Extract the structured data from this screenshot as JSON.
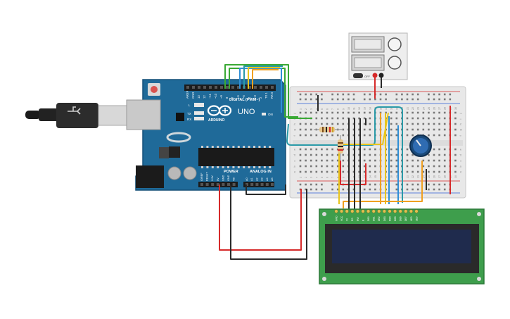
{
  "arduino": {
    "brand": "ARDUINO",
    "model": "UNO",
    "digital_header_label": "DIGITAL (PWM~)",
    "power_label": "POWER",
    "analog_label": "ANALOG IN",
    "on_label": "ON",
    "tx_label": "TX",
    "rx_label": "RX",
    "l_label": "L",
    "digital_pins": [
      "AREF",
      "GND",
      "13",
      "12",
      "~11",
      "~10",
      "~9",
      "8",
      "7",
      "~6",
      "~5",
      "4",
      "~3",
      "2",
      "TX 1",
      "RX 0"
    ],
    "power_pins": [
      "IOREF",
      "RESET",
      "3.3V",
      "5V",
      "GND",
      "GND",
      "Vin"
    ],
    "analog_pins": [
      "A0",
      "A1",
      "A2",
      "A3",
      "A4",
      "A5"
    ]
  },
  "breadboard": {
    "column_numbers": [
      "1",
      "2",
      "3",
      "4",
      "5",
      "6",
      "7",
      "8",
      "9",
      "10",
      "11",
      "12",
      "13",
      "14",
      "15",
      "16",
      "17",
      "18",
      "19",
      "20",
      "21",
      "22",
      "23",
      "24",
      "25",
      "26",
      "27",
      "28",
      "29",
      "30"
    ],
    "row_letters_top": [
      "j",
      "i",
      "h",
      "g",
      "f"
    ],
    "row_letters_bottom": [
      "e",
      "d",
      "c",
      "b",
      "a"
    ]
  },
  "lcd": {
    "pins": [
      "GND",
      "VCC",
      "V0",
      "RS",
      "RW",
      "E",
      "DB0",
      "DB1",
      "DB2",
      "DB3",
      "DB4",
      "DB5",
      "DB6",
      "DB7",
      "LED",
      "LED"
    ],
    "screen_color": "#1f2b4d",
    "board_color": "#3e9e4c"
  },
  "power_supply": {
    "toggle_label": "OFF"
  },
  "colors": {
    "arduino_blue": "#1f6a99",
    "breadboard": "#e8e8e8",
    "wire_red": "#d62a2a",
    "wire_black": "#2a2a2a",
    "wire_green": "#3aa935",
    "wire_blue": "#2f8fd6",
    "wire_orange": "#f0a020",
    "wire_yellow": "#e8c51c",
    "wire_teal": "#2a9aa8"
  }
}
